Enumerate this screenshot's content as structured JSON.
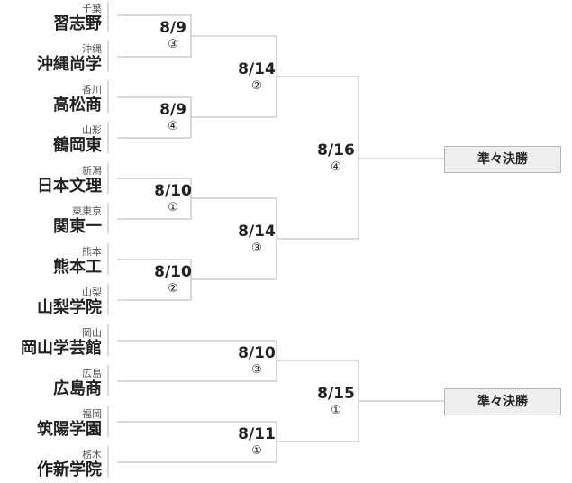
{
  "teams": [
    {
      "pref": "千葉",
      "name": "習志野"
    },
    {
      "pref": "沖縄",
      "name": "沖縄尚学"
    },
    {
      "pref": "香川",
      "name": "高松商"
    },
    {
      "pref": "山形",
      "name": "鶴岡東"
    },
    {
      "pref": "新潟",
      "name": "日本文理"
    },
    {
      "pref": "東東京",
      "name": "関東一"
    },
    {
      "pref": "熊本",
      "name": "熊本工"
    },
    {
      "pref": "山梨",
      "name": "山梨学院"
    },
    {
      "pref": "岡山",
      "name": "岡山学芸館"
    },
    {
      "pref": "広島",
      "name": "広島商"
    },
    {
      "pref": "福岡",
      "name": "筑陽学園"
    },
    {
      "pref": "栃木",
      "name": "作新学院"
    }
  ],
  "games": {
    "g1": {
      "date": "8/9",
      "num": "③"
    },
    "g2": {
      "date": "8/9",
      "num": "④"
    },
    "g3": {
      "date": "8/10",
      "num": "①"
    },
    "g4": {
      "date": "8/10",
      "num": "②"
    },
    "g5": {
      "date": "8/14",
      "num": "②"
    },
    "g6": {
      "date": "8/14",
      "num": "③"
    },
    "g7": {
      "date": "8/10",
      "num": "③"
    },
    "g8": {
      "date": "8/11",
      "num": "①"
    },
    "g9": {
      "date": "8/16",
      "num": "④"
    },
    "g10": {
      "date": "8/15",
      "num": "①"
    }
  },
  "results": {
    "top": "準々決勝",
    "bottom": "準々決勝"
  }
}
